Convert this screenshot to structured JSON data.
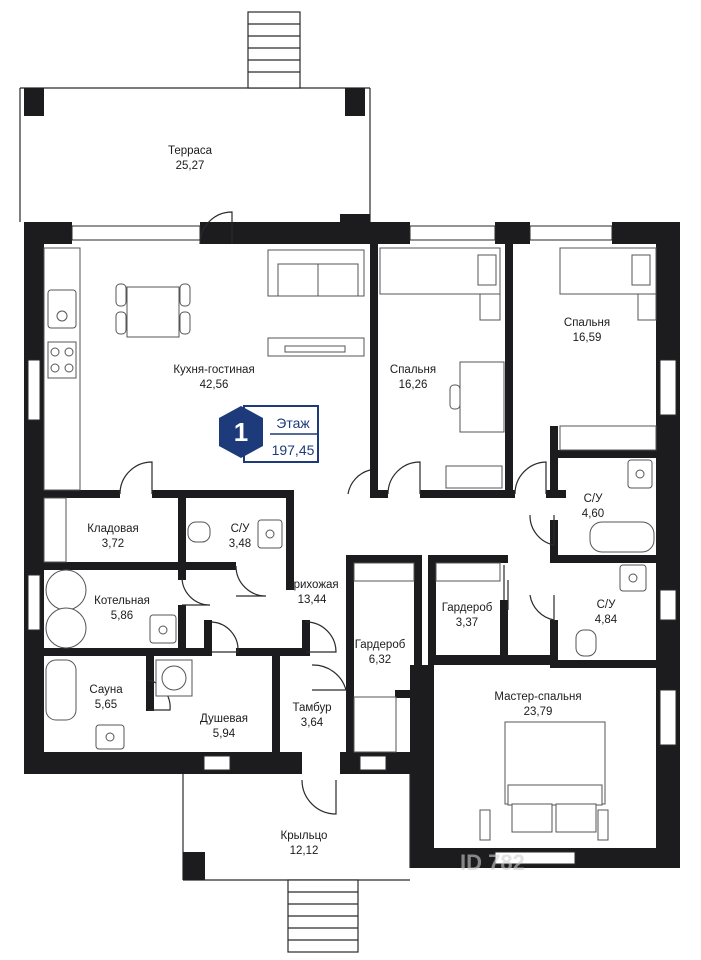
{
  "floor_badge": {
    "number": "1",
    "label": "Этаж",
    "area": "197,45",
    "color": "#1d3b7a"
  },
  "rooms": {
    "terrace": {
      "name": "Терраса",
      "area": "25,27"
    },
    "kitchen_living": {
      "name": "Кухня-гостиная",
      "area": "42,56"
    },
    "bedroom_1": {
      "name": "Спальня",
      "area": "16,26"
    },
    "bedroom_2": {
      "name": "Спальня",
      "area": "16,59"
    },
    "bathroom_1": {
      "name": "С/У",
      "area": "4,60"
    },
    "pantry": {
      "name": "Кладовая",
      "area": "3,72"
    },
    "wc_small": {
      "name": "С/У",
      "area": "3,48"
    },
    "hallway": {
      "name": "Прихожая",
      "area": "13,44"
    },
    "boiler": {
      "name": "Котельная",
      "area": "5,86"
    },
    "wardrobe_small": {
      "name": "Гардероб",
      "area": "3,37"
    },
    "bathroom_2": {
      "name": "С/У",
      "area": "4,84"
    },
    "wardrobe_large": {
      "name": "Гардероб",
      "area": "6,32"
    },
    "sauna": {
      "name": "Сауна",
      "area": "5,65"
    },
    "shower": {
      "name": "Душевая",
      "area": "5,94"
    },
    "vestibule": {
      "name": "Тамбур",
      "area": "3,64"
    },
    "master_bedroom": {
      "name": "Мастер-спальня",
      "area": "23,79"
    },
    "porch": {
      "name": "Крыльцо",
      "area": "12,12"
    }
  },
  "watermark": "ID 782"
}
